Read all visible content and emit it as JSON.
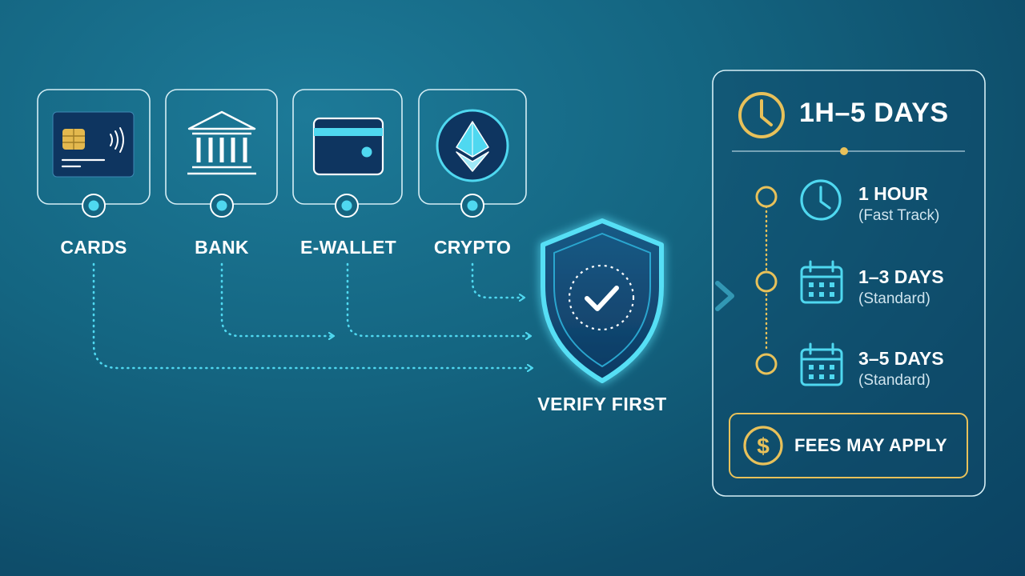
{
  "methods": [
    {
      "label": "CARDS",
      "icon": "credit-card-icon"
    },
    {
      "label": "BANK",
      "icon": "bank-icon"
    },
    {
      "label": "E-WALLET",
      "icon": "wallet-icon"
    },
    {
      "label": "CRYPTO",
      "icon": "ethereum-icon"
    }
  ],
  "verify": {
    "label": "VERIFY FIRST",
    "icon": "shield-check-icon"
  },
  "timeline_panel": {
    "title": "1H–5 DAYS",
    "title_icon": "clock-icon",
    "items": [
      {
        "title": "1 HOUR",
        "subtitle": "(Fast Track)",
        "icon": "clock-icon"
      },
      {
        "title": "1–3 DAYS",
        "subtitle": "(Standard)",
        "icon": "calendar-icon"
      },
      {
        "title": "3–5 DAYS",
        "subtitle": "(Standard)",
        "icon": "calendar-icon"
      }
    ],
    "fees": {
      "label": "FEES MAY APPLY",
      "icon": "dollar-coin-icon"
    }
  },
  "colors": {
    "accent": "#4fd8f0",
    "gold": "#e8c15a",
    "card_navy": "#0e3560"
  }
}
